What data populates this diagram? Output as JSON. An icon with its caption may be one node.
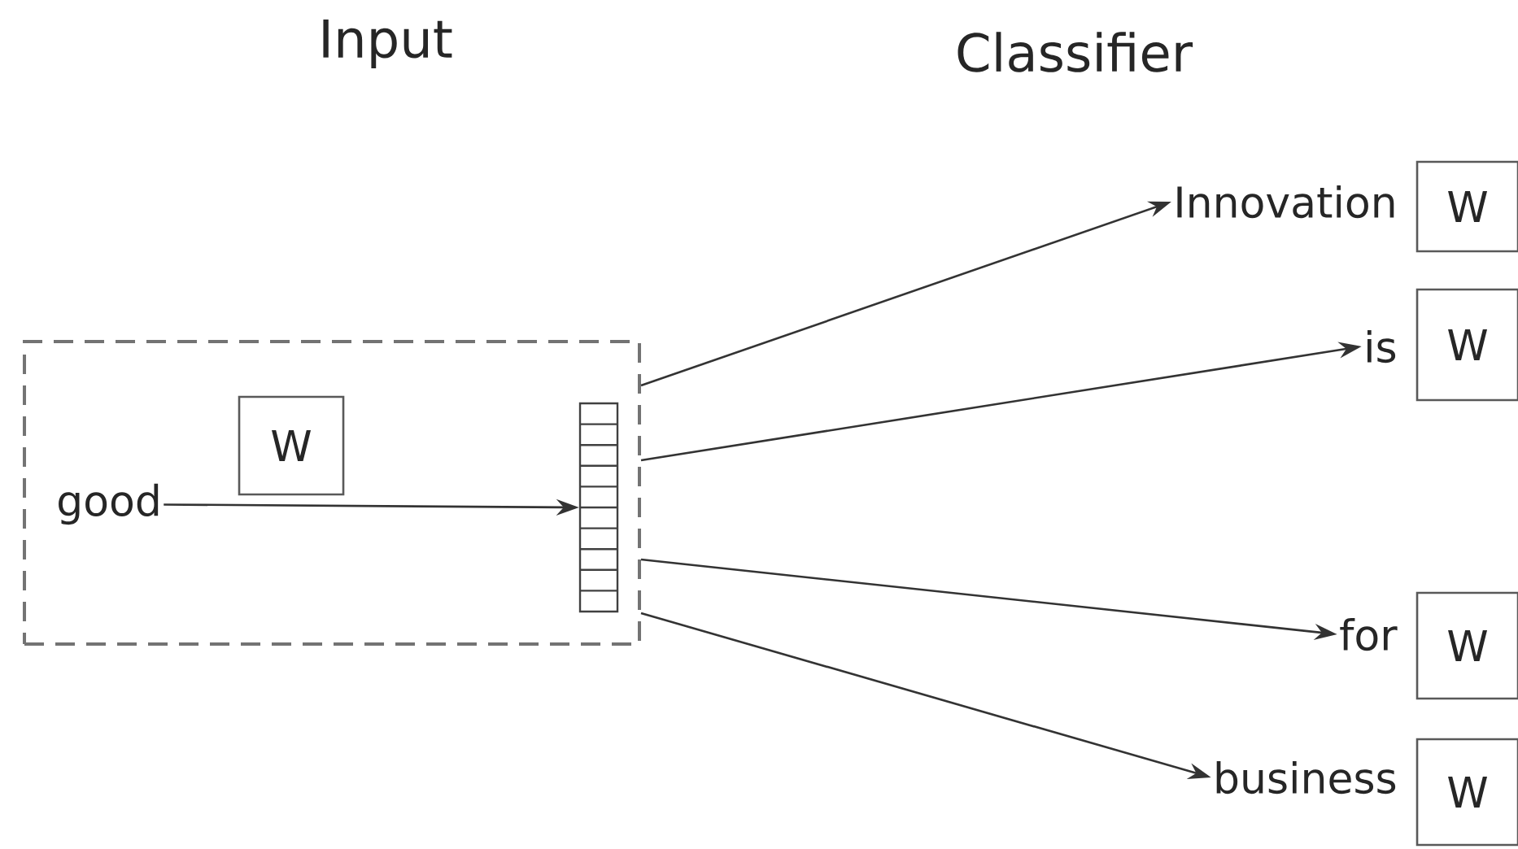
{
  "diagram": {
    "nodes": [
      {
        "text": [],
        "shape": "box"
      },
      {
        "text": [
          "good"
        ],
        "in": 0
      },
      {
        "text": [
          "W"
        ],
        "in": 0
      },
      {
        "text": [],
        "shape": "bar",
        "in": 0
      },
      {
        "text": [
          "Innovation"
        ]
      },
      {
        "text": [
          "W"
        ]
      },
      {
        "text": [
          "is"
        ]
      },
      {
        "text": [
          "W"
        ]
      },
      {
        "text": [
          "for"
        ]
      },
      {
        "text": [
          "W"
        ]
      },
      {
        "text": [
          "business"
        ]
      },
      {
        "text": [
          "W"
        ]
      }
    ],
    "edges": [
      {
        "from": 1,
        "to": 3,
        "arrow": "to"
      },
      {
        "from": 0,
        "to": 4,
        "arrow": "to"
      },
      {
        "from": 0,
        "to": 6,
        "arrow": "to"
      },
      {
        "from": 0,
        "to": 8,
        "arrow": "to"
      },
      {
        "from": 0,
        "to": 10,
        "arrow": "to"
      }
    ],
    "labels": [
      "Input",
      "Classifier"
    ]
  }
}
